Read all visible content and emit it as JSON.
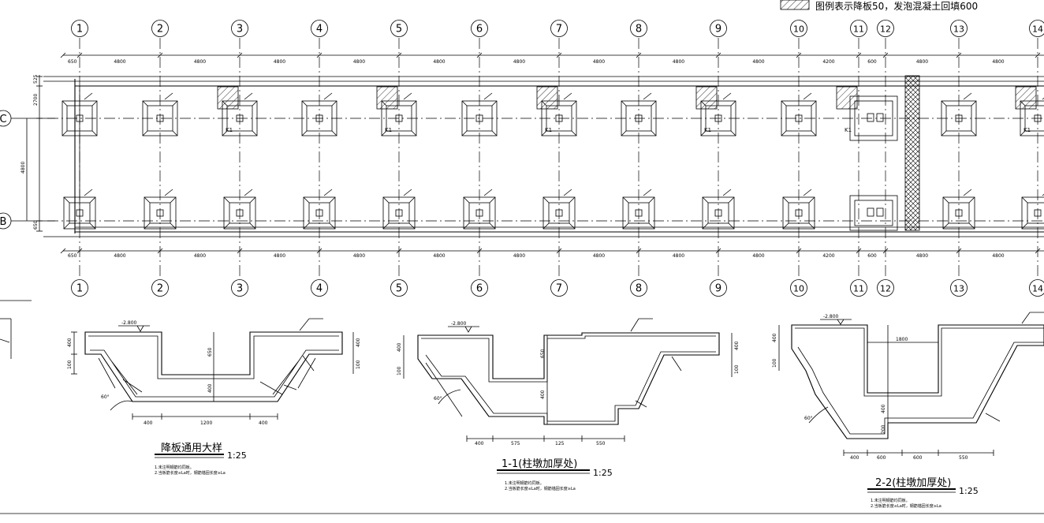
{
  "legend": {
    "text": "图例表示降板50，发泡混凝土回填600"
  },
  "plan": {
    "axes": [
      "1",
      "2",
      "3",
      "4",
      "5",
      "6",
      "7",
      "8",
      "9",
      "10",
      "11",
      "12",
      "13",
      "14"
    ],
    "rows": [
      "C",
      "B"
    ],
    "spans": [
      "4800",
      "4800",
      "4800",
      "4800",
      "4800",
      "4800",
      "4800",
      "4800",
      "4800",
      "4200",
      "600",
      "4800",
      "4800"
    ],
    "left_edge": "650",
    "side_dims": [
      "525",
      "2700",
      "4800",
      "650"
    ],
    "cap_mark": "K1"
  },
  "sections": [
    {
      "title": "降板通用大样",
      "scale": "1:25",
      "elev": "-2.800",
      "angle": "60°",
      "dims_bottom": [
        "400",
        "1200",
        "400"
      ],
      "dims_left": [
        "400",
        "100"
      ],
      "dims_inner": [
        "650",
        "400"
      ],
      "note1": "1.未注明钢筋均同板。",
      "note2": "2.当板筋长度≤Lа时，钢筋锚固长度≥La"
    },
    {
      "title": "1-1(柱墩加厚处)",
      "scale": "1:25",
      "elev": "-2.800",
      "angle": "60°",
      "dims_bottom": [
        "400",
        "575",
        "125",
        "550"
      ],
      "dims_left": [
        "400",
        "100"
      ],
      "dims_inner": [
        "650",
        "400"
      ],
      "note1": "1.未注明钢筋均同板。",
      "note2": "2.当板筋长度≤Lа时，钢筋锚固长度≥La"
    },
    {
      "title": "2-2(柱墩加厚处)",
      "scale": "1:25",
      "elev": "-2.800",
      "angle": "60°",
      "dims_bottom": [
        "400",
        "600",
        "600",
        "550"
      ],
      "dims_left": [
        "400",
        "100"
      ],
      "dims_inner": [
        "1800",
        "400",
        "200"
      ],
      "note1": "1.未注明钢筋均同板。",
      "note2": "2.当板筋长度≤Lа时，钢筋锚固长度≥La"
    }
  ]
}
